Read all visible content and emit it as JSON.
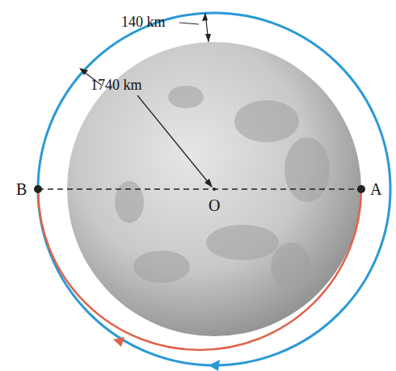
{
  "diagram": {
    "labels": [
      "140 km",
      "1740 km",
      "B",
      "O",
      "A"
    ]
  }
}
